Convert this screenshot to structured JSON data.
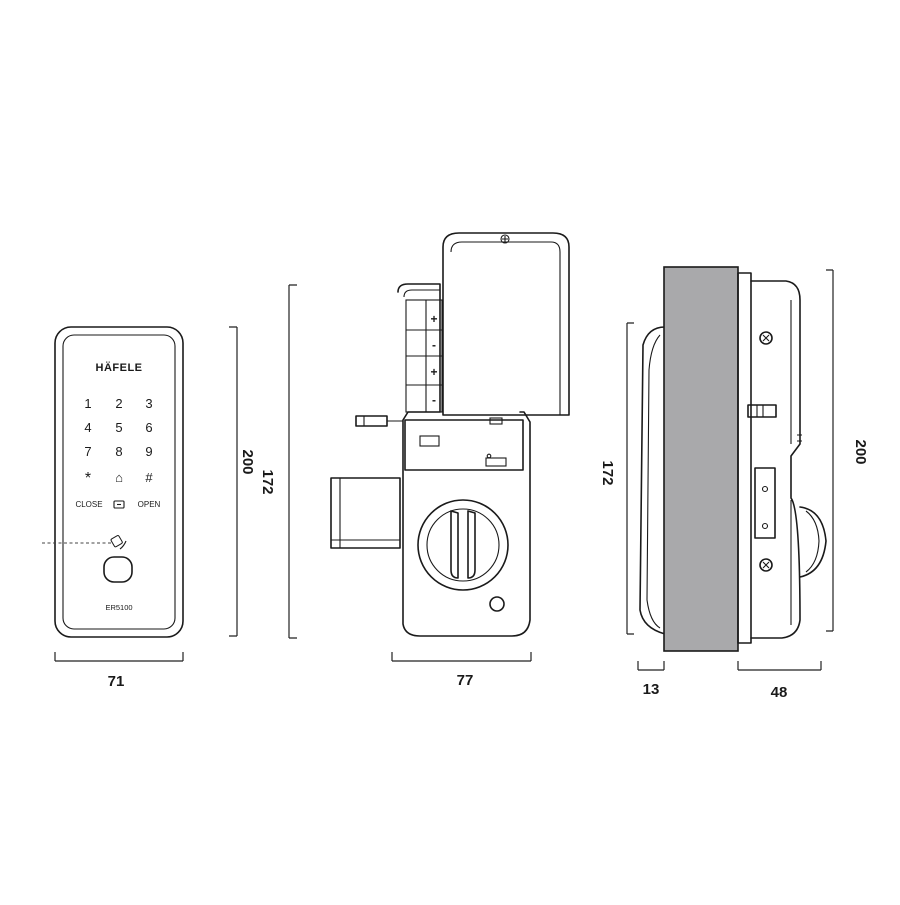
{
  "front": {
    "brand": "HÄFELE",
    "keys": [
      "1",
      "2",
      "3",
      "4",
      "5",
      "6",
      "7",
      "8",
      "9",
      "*",
      "⌂",
      "#"
    ],
    "close_label": "CLOSE",
    "open_label": "OPEN",
    "model": "ER5100"
  },
  "dimensions": {
    "front_width": "71",
    "front_height_outer": "200",
    "front_height_inner": "172",
    "back_width": "77",
    "side_height_left": "172",
    "side_height_right": "200",
    "door_thickness": "13",
    "body_depth": "48"
  }
}
